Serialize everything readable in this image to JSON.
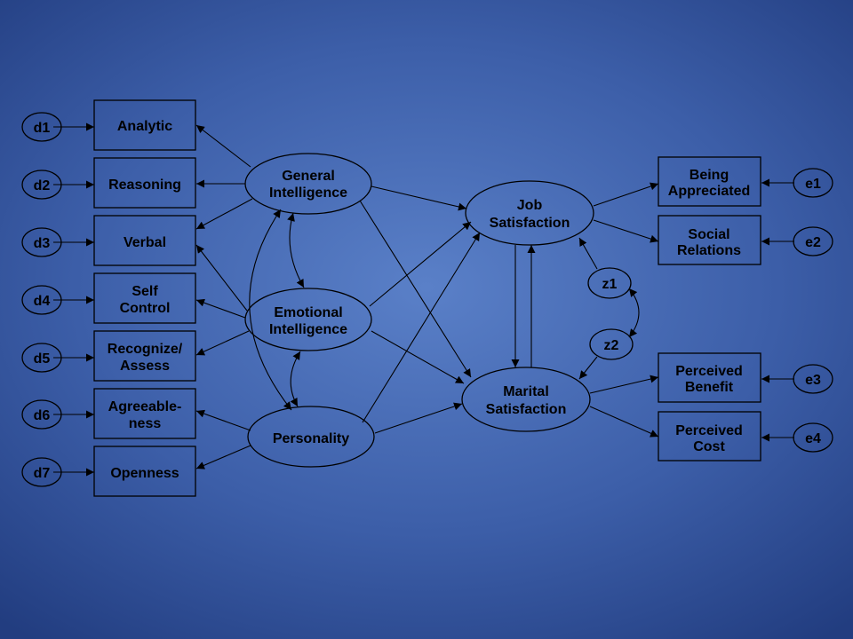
{
  "diagram": {
    "nodes": {
      "d1": "d1",
      "d2": "d2",
      "d3": "d3",
      "d4": "d4",
      "d5": "d5",
      "d6": "d6",
      "d7": "d7",
      "analytic": "Analytic",
      "reasoning": "Reasoning",
      "verbal": "Verbal",
      "self_control": [
        "Self",
        "Control"
      ],
      "recognize": [
        "Recognize/",
        "Assess"
      ],
      "agreeable": [
        "Agreeable-",
        "ness"
      ],
      "openness": "Openness",
      "general_intelligence": [
        "General",
        "Intelligence"
      ],
      "emotional_intelligence": [
        "Emotional",
        "Intelligence"
      ],
      "personality": "Personality",
      "job_satisfaction": [
        "Job",
        "Satisfaction"
      ],
      "marital_satisfaction": [
        "Marital",
        "Satisfaction"
      ],
      "z1": "z1",
      "z2": "z2",
      "being_appreciated": [
        "Being",
        "Appreciated"
      ],
      "social_relations": [
        "Social",
        "Relations"
      ],
      "perceived_benefit": [
        "Perceived",
        "Benefit"
      ],
      "perceived_cost": [
        "Perceived",
        "Cost"
      ],
      "e1": "e1",
      "e2": "e2",
      "e3": "e3",
      "e4": "e4"
    },
    "edges": [
      [
        "d1",
        "analytic"
      ],
      [
        "d2",
        "reasoning"
      ],
      [
        "d3",
        "verbal"
      ],
      [
        "d4",
        "self_control"
      ],
      [
        "d5",
        "recognize"
      ],
      [
        "d6",
        "agreeable"
      ],
      [
        "d7",
        "openness"
      ],
      [
        "general_intelligence",
        "analytic"
      ],
      [
        "general_intelligence",
        "reasoning"
      ],
      [
        "general_intelligence",
        "verbal"
      ],
      [
        "emotional_intelligence",
        "verbal"
      ],
      [
        "emotional_intelligence",
        "self_control"
      ],
      [
        "emotional_intelligence",
        "recognize"
      ],
      [
        "personality",
        "agreeable"
      ],
      [
        "personality",
        "openness"
      ],
      [
        "general_intelligence",
        "job_satisfaction"
      ],
      [
        "general_intelligence",
        "marital_satisfaction"
      ],
      [
        "emotional_intelligence",
        "job_satisfaction"
      ],
      [
        "emotional_intelligence",
        "marital_satisfaction"
      ],
      [
        "personality",
        "job_satisfaction"
      ],
      [
        "personality",
        "marital_satisfaction"
      ],
      [
        "job_satisfaction",
        "marital_satisfaction"
      ],
      [
        "marital_satisfaction",
        "job_satisfaction"
      ],
      [
        "z1",
        "job_satisfaction"
      ],
      [
        "z2",
        "marital_satisfaction"
      ],
      [
        "job_satisfaction",
        "being_appreciated"
      ],
      [
        "job_satisfaction",
        "social_relations"
      ],
      [
        "marital_satisfaction",
        "perceived_benefit"
      ],
      [
        "marital_satisfaction",
        "perceived_cost"
      ],
      [
        "e1",
        "being_appreciated"
      ],
      [
        "e2",
        "social_relations"
      ],
      [
        "e3",
        "perceived_benefit"
      ],
      [
        "e4",
        "perceived_cost"
      ]
    ],
    "covariances": [
      [
        "general_intelligence",
        "emotional_intelligence"
      ],
      [
        "emotional_intelligence",
        "personality"
      ],
      [
        "general_intelligence",
        "personality"
      ],
      [
        "z1",
        "z2"
      ]
    ],
    "colors": {
      "background": "#4a6fb8",
      "stroke": "#000000"
    }
  }
}
